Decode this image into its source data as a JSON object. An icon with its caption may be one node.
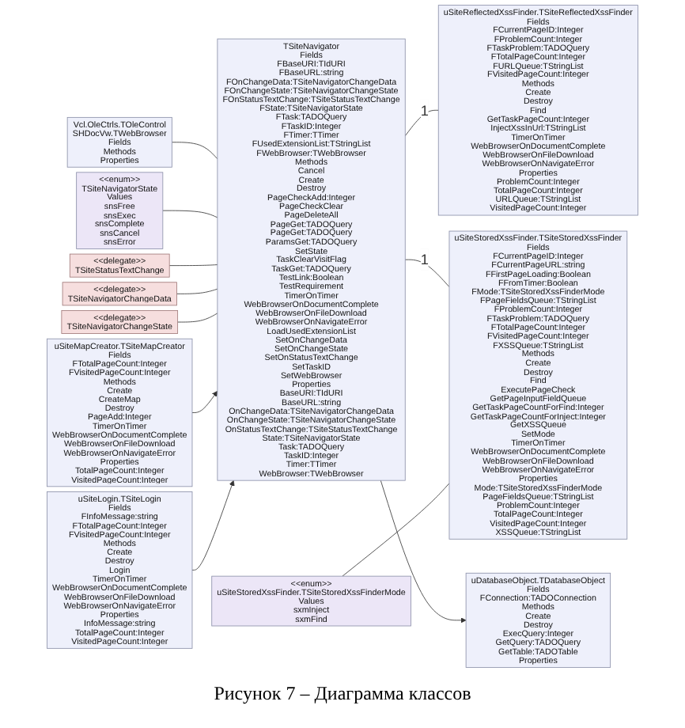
{
  "diagram": {
    "caption": "Рисунок 7 – Диаграмма классов",
    "nodes": [
      {
        "text": [
          "Vcl.OleCtrls.TOleControl",
          "SHDocVw.TWebBrowser",
          "Fields",
          "Methods",
          "Properties"
        ]
      },
      {
        "text": [
          "<<enum>>",
          "TSiteNavigatorState",
          "Values",
          "snsFree",
          "snsExec",
          "snsComplete",
          "snsCancel",
          "snsError"
        ]
      },
      {
        "text": [
          "<<delegate>>",
          "TSiteStatusTextChange"
        ]
      },
      {
        "text": [
          "<<delegate>>",
          "TSiteNavigatorChangeData"
        ]
      },
      {
        "text": [
          "<<delegate>>",
          "TSiteNavigatorChangeState"
        ]
      },
      {
        "text": [
          "uSiteMapCreator.TSiteMapCreator",
          "Fields",
          "FTotalPageCount:Integer",
          "FVisitedPageCount:Integer",
          "Methods",
          "Create",
          "CreateMap",
          "Destroy",
          "PageAdd:Integer",
          "TimerOnTimer",
          "WebBrowserOnDocumentComplete",
          "WebBrowserOnFileDownload",
          "WebBrowserOnNavigateError",
          "Properties",
          "TotalPageCount:Integer",
          "VisitedPageCount:Integer"
        ]
      },
      {
        "text": [
          "uSiteLogin.TSiteLogin",
          "Fields",
          "FInfoMessage:string",
          "FTotalPageCount:Integer",
          "FVisitedPageCount:Integer",
          "Methods",
          "Create",
          "Destroy",
          "Login",
          "TimerOnTimer",
          "WebBrowserOnDocumentComplete",
          "WebBrowserOnFileDownload",
          "WebBrowserOnNavigateError",
          "Properties",
          "InfoMessage:string",
          "TotalPageCount:Integer",
          "VisitedPageCount:Integer"
        ]
      },
      {
        "text": [
          "TSiteNavigator",
          "Fields",
          "FBaseURI:TIdURI",
          "FBaseURL:string",
          "FOnChangeData:TSiteNavigatorChangeData",
          "FOnChangeState:TSiteNavigatorChangeState",
          "FOnStatusTextChange:TSiteStatusTextChange",
          "FState:TSiteNavigatorState",
          "FTask:TADOQuery",
          "FTaskID:Integer",
          "FTimer:TTimer",
          "FUsedExtensionList:TStringList",
          "FWebBrowser:TWebBrowser",
          "Methods",
          "Cancel",
          "Create",
          "Destroy",
          "PageCheckAdd:Integer",
          "PageCheckClear",
          "PageDeleteAll",
          "PageGet:TADOQuery",
          "PageGet:TADOQuery",
          "ParamsGet:TADOQuery",
          "SetState",
          "TaskClearVisitFlag",
          "TaskGet:TADOQuery",
          "TestLink:Boolean",
          "TestRequirement",
          "TimerOnTimer",
          "WebBrowserOnDocumentComplete",
          "WebBrowserOnFileDownload",
          "WebBrowserOnNavigateError",
          "LoadUsedExtensionList",
          "SetOnChangeData",
          "SetOnChangeState",
          "SetOnStatusTextChange",
          "SetTaskID",
          "SetWebBrowser",
          "Properties",
          "BaseURI:TIdURI",
          "BaseURL:string",
          "OnChangeData:TSiteNavigatorChangeData",
          "OnChangeState:TSiteNavigatorChangeState",
          "OnStatusTextChange:TSiteStatusTextChange",
          "State:TSiteNavigatorState",
          "Task:TADOQuery",
          "TaskID:Integer",
          "Timer:TTimer",
          "WebBrowser:TWebBrowser"
        ]
      },
      {
        "text": [
          "uSiteReflectedXssFinder.TSiteReflectedXssFinder",
          "Fields",
          "FCurrentPageID:Integer",
          "FProblemCount:Integer",
          "FTaskProblem:TADOQuery",
          "FTotalPageCount:Integer",
          "FURLQueue:TStringList",
          "FVisitedPageCount:Integer",
          "Methods",
          "Create",
          "Destroy",
          "Find",
          "GetTaskPageCount:Integer",
          "InjectXssInUrl:TStringList",
          "TimerOnTimer",
          "WebBrowserOnDocumentComplete",
          "WebBrowserOnFileDownload",
          "WebBrowserOnNavigateError",
          "Properties",
          "ProblemCount:Integer",
          "TotalPageCount:Integer",
          "URLQueue:TStringList",
          "VisitedPageCount:Integer"
        ]
      },
      {
        "text": [
          "uSiteStoredXssFinder.TSiteStoredXssFinder",
          "Fields",
          "FCurrentPageID:Integer",
          "FCurrentPageURL:string",
          "FFirstPageLoading:Boolean",
          "FFromTimer:Boolean",
          "FMode:TSiteStoredXssFinderMode",
          "FPageFieldsQueue:TStringList",
          "FProblemCount:Integer",
          "FTaskProblem:TADOQuery",
          "FTotalPageCount:Integer",
          "FVisitedPageCount:Integer",
          "FXSSQueue:TStringList",
          "Methods",
          "Create",
          "Destroy",
          "Find",
          "ExecutePageCheck",
          "GetPageInputFieldQueue",
          "GetTaskPageCountForFind:Integer",
          "GetTaskPageCountForInject:Integer",
          "GetXSSQueue",
          "SetMode",
          "TimerOnTimer",
          "WebBrowserOnDocumentComplete",
          "WebBrowserOnFileDownload",
          "WebBrowserOnNavigateError",
          "Properties",
          "Mode:TSiteStoredXssFinderMode",
          "PageFieldsQueue:TStringList",
          "ProblemCount:Integer",
          "TotalPageCount:Integer",
          "VisitedPageCount:Integer",
          "XSSQueue:TStringList"
        ]
      },
      {
        "text": [
          "uDatabaseObject.TDatabaseObject",
          "Fields",
          "FConnection:TADOConnection",
          "Methods",
          "Create",
          "Destroy",
          "ExecQuery:Integer",
          "GetQuery:TADOQuery",
          "GetTable:TADOTable",
          "Properties"
        ]
      },
      {
        "text": [
          "<<enum>>",
          "uSiteStoredXssFinder.TSiteStoredXssFinderMode",
          "Values",
          "sxmInject",
          "sxmFind"
        ]
      }
    ],
    "edges": [
      {
        "from": 0,
        "to": 7,
        "arrow": "none"
      },
      {
        "from": 1,
        "to": 7,
        "arrow": "none"
      },
      {
        "from": 2,
        "to": 7,
        "arrow": "none"
      },
      {
        "from": 3,
        "to": 7,
        "arrow": "none"
      },
      {
        "from": 4,
        "to": 7,
        "arrow": "none"
      },
      {
        "from": 5,
        "to": 7,
        "arrow": "to"
      },
      {
        "from": 6,
        "to": 7,
        "arrow": "to"
      },
      {
        "from": 8,
        "to": 7,
        "arrow": "none",
        "label": "1"
      },
      {
        "from": 9,
        "to": 7,
        "arrow": "none",
        "label": "1"
      },
      {
        "from": 7,
        "to": 10,
        "arrow": "to"
      },
      {
        "from": 9,
        "to": 11,
        "arrow": "none"
      }
    ]
  }
}
